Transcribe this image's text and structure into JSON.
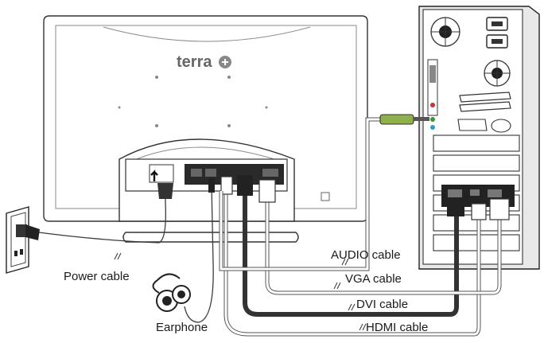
{
  "monitor": {
    "brand": "terra"
  },
  "labels": {
    "power": "Power cable",
    "earphone": "Earphone",
    "audio": "AUDIO cable",
    "vga": "VGA cable",
    "dvi": "DVI cable",
    "hdmi": "HDMI cable"
  },
  "icons": [
    "wall-outlet-icon",
    "earphone-icon",
    "fan-icon",
    "power-socket-icon"
  ]
}
